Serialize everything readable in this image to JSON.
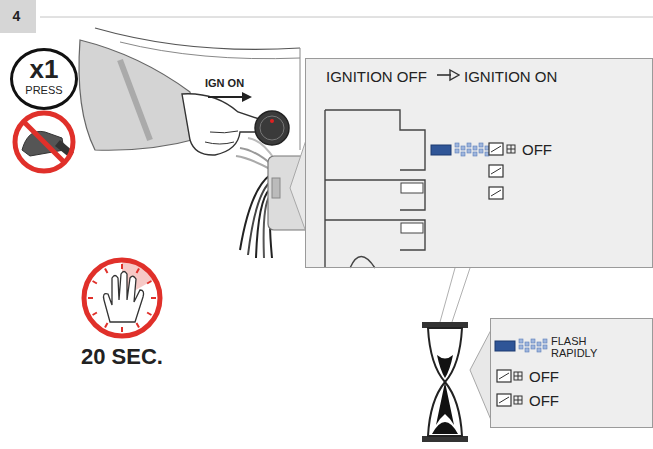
{
  "diagram": {
    "nodes": [
      {
        "text": [
          "4"
        ]
      },
      {
        "text": [
          "x1",
          "PRESS"
        ]
      },
      {
        "text": [
          "IGNITION OFF",
          "IGNITION ON",
          "OFF"
        ]
      },
      {
        "text": [
          "FLASH RAPIDLY",
          "OFF",
          "OFF"
        ]
      }
    ],
    "labels": [
      "IGN ON",
      "20 SEC."
    ]
  }
}
